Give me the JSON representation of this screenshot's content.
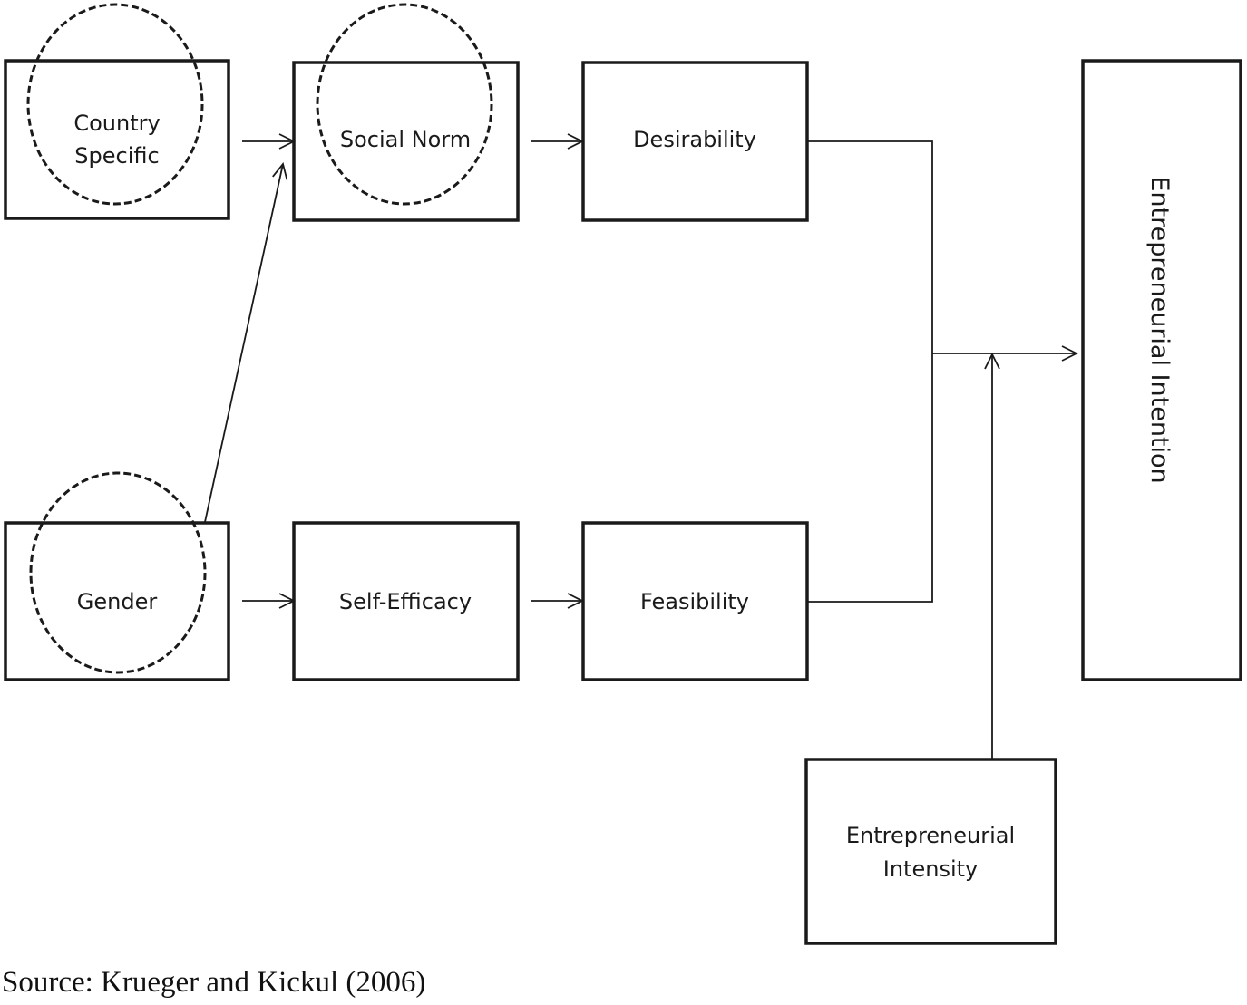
{
  "boxes": {
    "country_specific": {
      "line1": "Country",
      "line2": "Specific"
    },
    "social_norm": "Social Norm",
    "desirability": "Desirability",
    "gender": "Gender",
    "self_efficacy": "Self-Efficacy",
    "feasibility": "Feasibility",
    "entrepreneurial_intention": "Entrepreneurial Intention",
    "entrepreneurial_intensity": {
      "line1": "Entrepreneurial",
      "line2": "Intensity"
    }
  },
  "source": "Source: Krueger and Kickul (2006)",
  "colors": {
    "stroke": "#1a1a1a",
    "background": "#ffffff"
  }
}
